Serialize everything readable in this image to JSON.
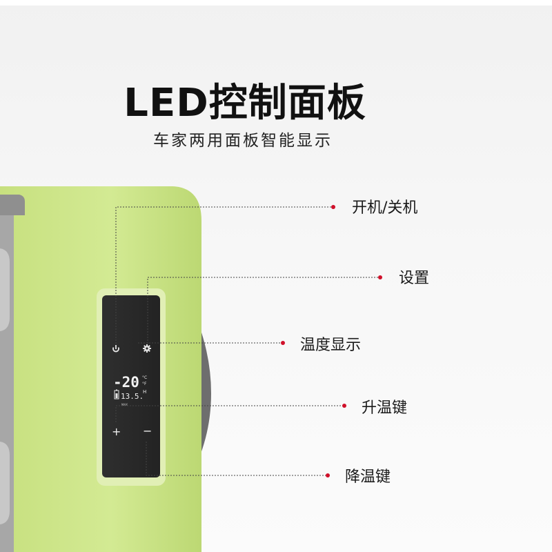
{
  "header": {
    "title": "LED控制面板",
    "subtitle": "车家两用面板智能显示"
  },
  "panel": {
    "display": {
      "temperature": "-20",
      "unit_c": "°C",
      "unit_f": "°F",
      "voltage": "13.5.",
      "mode_letter": "H",
      "mode_label": "MAX"
    },
    "buttons": {
      "plus": "+",
      "minus": "−"
    },
    "icons": {
      "power": "power-icon",
      "settings": "gear-icon"
    }
  },
  "callouts": {
    "power": "开机/关机",
    "setting": "设置",
    "temp_display": "温度显示",
    "temp_up": "升温键",
    "temp_down": "降温键"
  },
  "colors": {
    "fridge_body": "#cde58a",
    "panel": "#2a2a2a",
    "dot": "#d0102a"
  }
}
